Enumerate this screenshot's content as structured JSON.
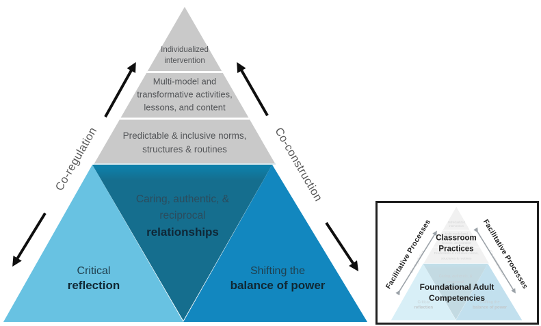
{
  "palette": {
    "gray_section": "#c9c9c9",
    "light_blue": "#68c2e2",
    "mid_blue": "#1287bf",
    "dark_teal": "#156e8e",
    "band_divider_line": "#d9e9ee",
    "section_text_gray": "#545659",
    "side_label_gray": "#595959",
    "band_text_regular": "#2b4c5d",
    "band_text_bold": "#0f2838",
    "flow_arrow_black": "#0f0f0f",
    "inset_border": "#1f1f1f",
    "inset_arrow_gray": "#9ba2a8",
    "inset_label_black": "#1d1d1d"
  },
  "pyramid": {
    "gray_sections": [
      {
        "lines": [
          "Individualized",
          "intervention"
        ]
      },
      {
        "lines": [
          "Multi-model and",
          "transformative activities,",
          "lessons, and content"
        ]
      },
      {
        "lines": [
          "Predictable & inclusive norms,",
          "structures & routines"
        ]
      }
    ],
    "center": {
      "regular_lines": [
        "Caring, authentic, &",
        "reciprocal"
      ],
      "bold_line": "relationships"
    },
    "left": {
      "regular_line": "Critical",
      "bold_line": "reflection"
    },
    "right": {
      "regular_line": "Shifting the",
      "bold_line": "balance of power"
    },
    "side_labels": {
      "left": "Co-regulation",
      "right": "Co-construction"
    }
  },
  "inset": {
    "side_label_left": "Facilitative Processes",
    "side_label_right": "Facilitative Processes",
    "classroom_label": "Classroom Practices",
    "foundational_label": "Foundational Adult Competencies"
  }
}
